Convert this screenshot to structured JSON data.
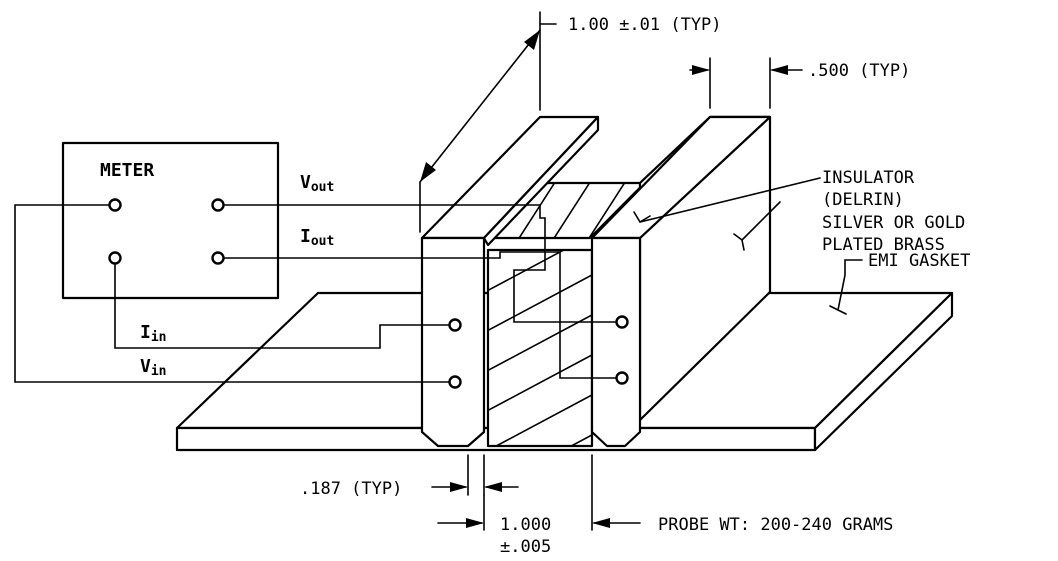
{
  "labels": {
    "meter": "METER",
    "v_out_main": "V",
    "v_out_sub": "out",
    "i_out_main": "I",
    "i_out_sub": "out",
    "i_in_main": "I",
    "i_in_sub": "in",
    "v_in_main": "V",
    "v_in_sub": "in",
    "dim_top": "1.00 ±.01 (TYP)",
    "dim_500": ".500 (TYP)",
    "insulator_line1": "INSULATOR",
    "insulator_line2": "(DELRIN)",
    "brass_line1": "SILVER OR GOLD",
    "brass_line2": "PLATED BRASS",
    "emi_gasket": "EMI GASKET",
    "dim_187": ".187 (TYP)",
    "dim_1000_line1": "1.000",
    "dim_1000_line2": "±.005",
    "probe_wt": "PROBE WT: 200-240 GRAMS"
  }
}
